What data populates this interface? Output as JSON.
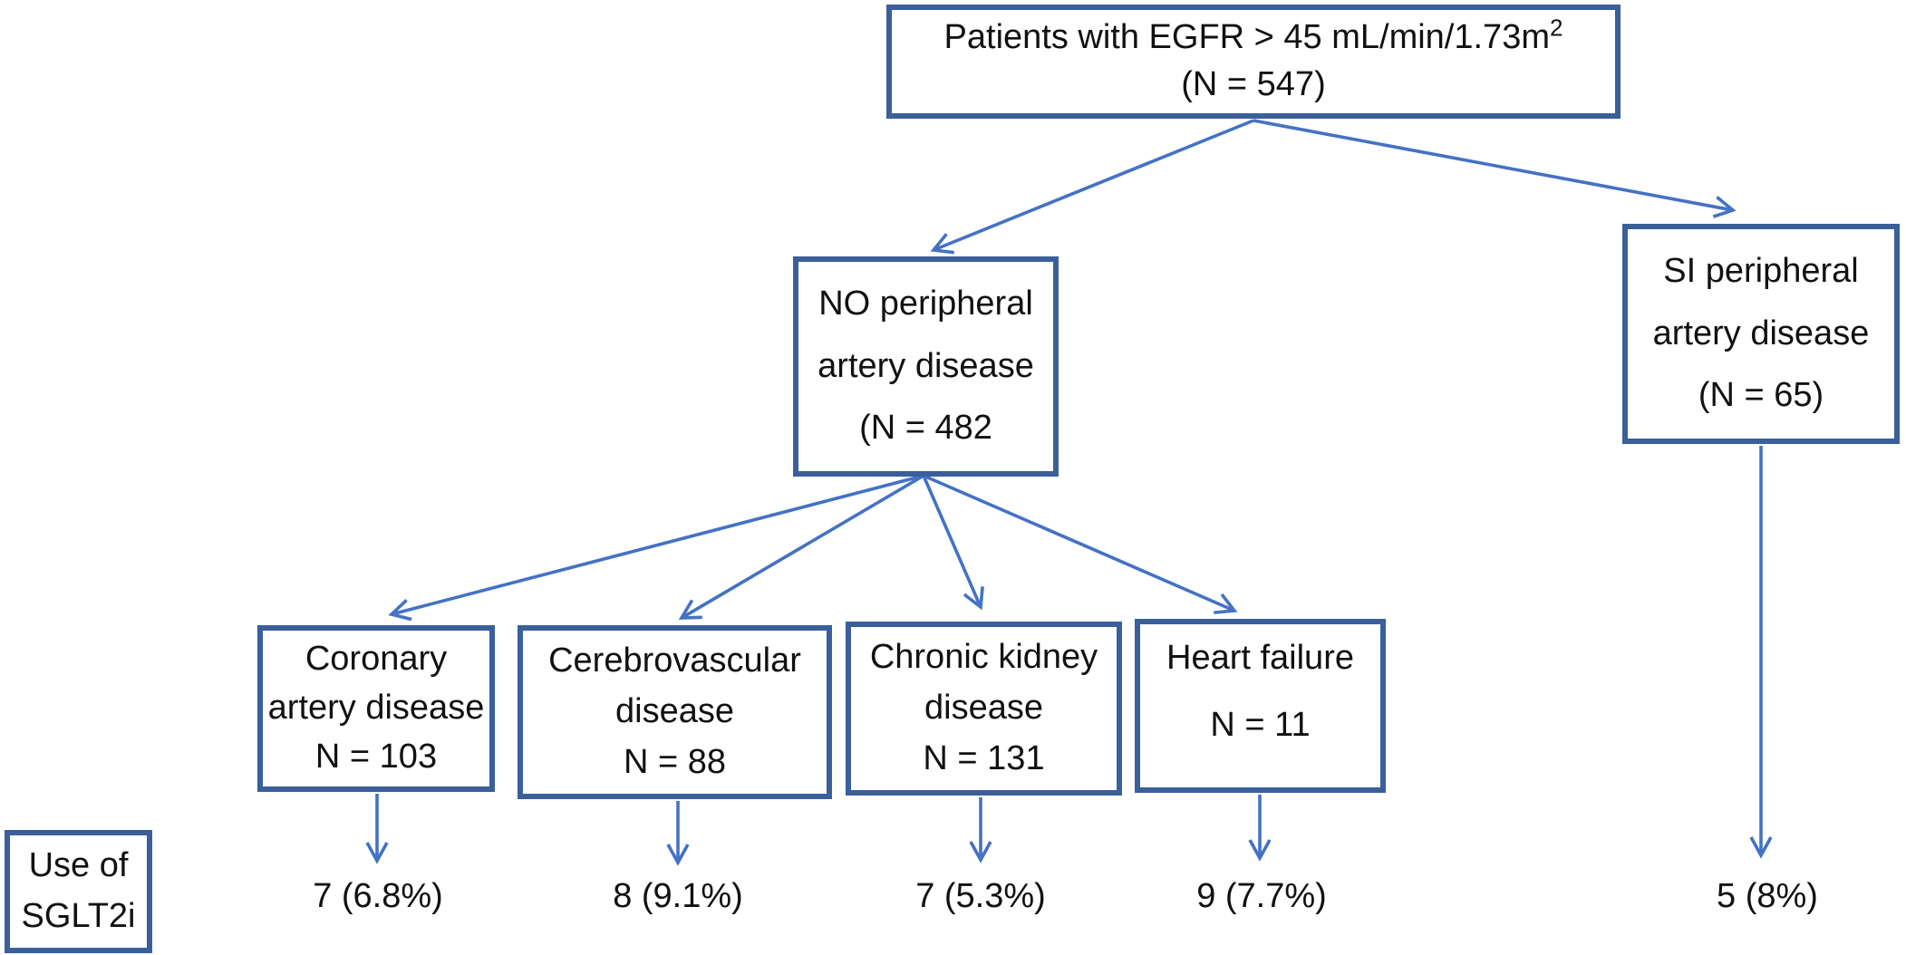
{
  "colors": {
    "box_border": "#3A5F9B",
    "arrow": "#4472C4",
    "text": "#111111",
    "background": "#FFFFFF"
  },
  "flowchart": {
    "root": {
      "line1": "Patients with EGFR > 45 mL/min/1.73m",
      "superscript": "2",
      "line2": "(N = 547)"
    },
    "no_pad": {
      "lines": [
        "NO peripheral",
        "artery disease",
        "(N = 482"
      ]
    },
    "si_pad": {
      "lines": [
        "SI peripheral",
        "artery disease",
        "(N = 65)"
      ]
    },
    "coronary": {
      "lines": [
        "Coronary",
        "artery disease",
        "N = 103"
      ]
    },
    "cerebrovascular": {
      "lines": [
        "Cerebrovascular",
        "disease",
        "N = 88"
      ]
    },
    "chronic_kidney": {
      "lines": [
        "Chronic kidney",
        "disease",
        "N = 131"
      ]
    },
    "heart_failure": {
      "lines": [
        "Heart failure",
        "N = 11"
      ]
    },
    "legend": {
      "lines": [
        "Use of",
        "SGLT2i"
      ]
    },
    "outcomes": {
      "coronary": "7 (6.8%)",
      "cerebrovascular": "8 (9.1%)",
      "chronic_kidney": "7 (5.3%)",
      "heart_failure": "9 (7.7%)",
      "si_pad": "5 (8%)"
    }
  }
}
